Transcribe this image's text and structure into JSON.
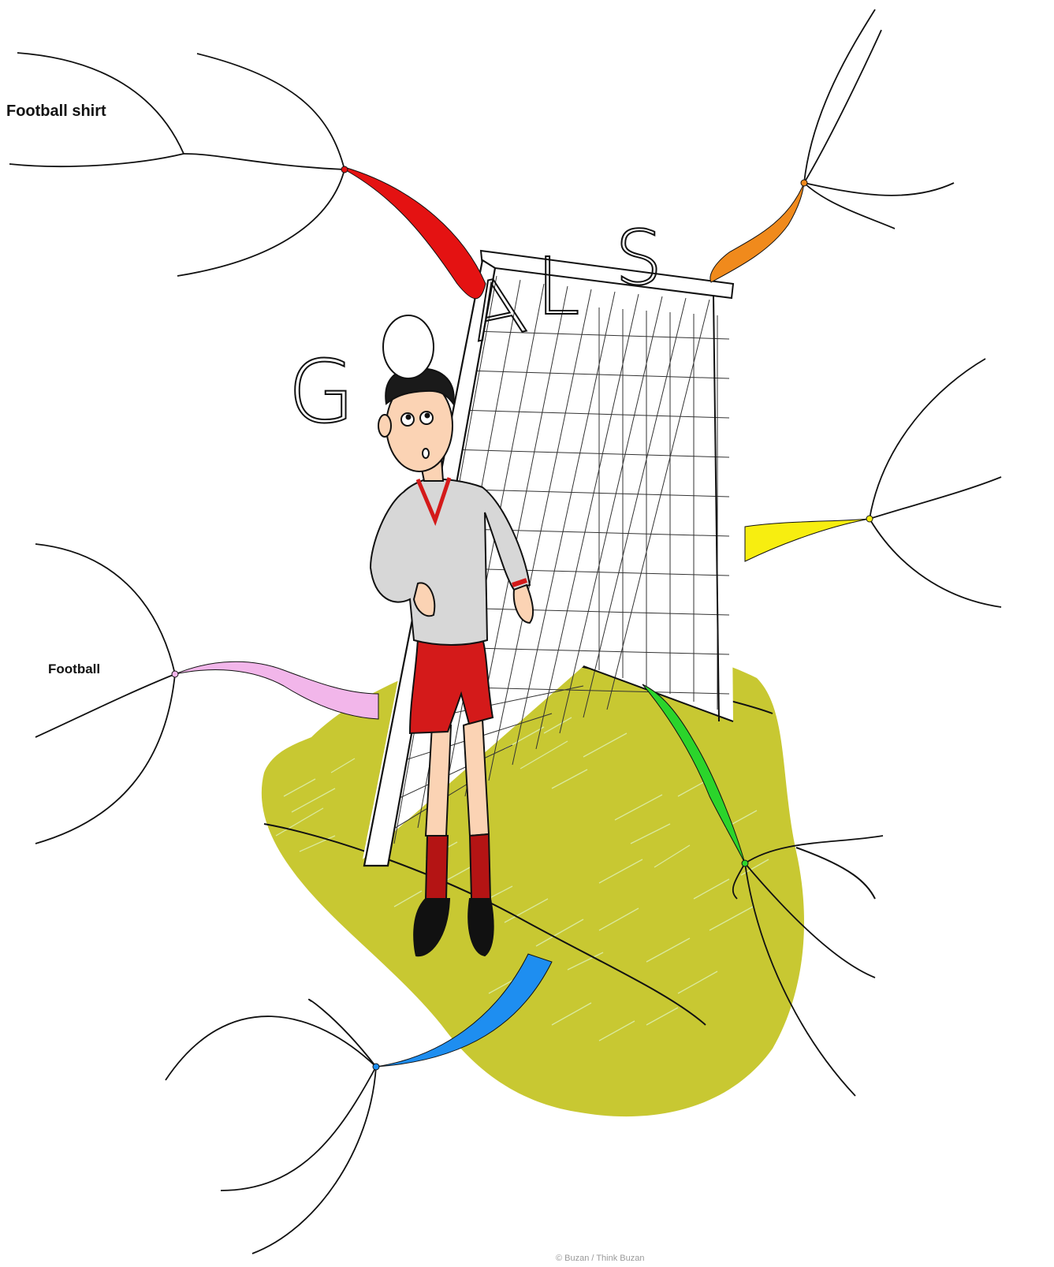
{
  "title_letters": [
    "G",
    "O",
    "A",
    "L",
    "S"
  ],
  "labels": {
    "football_shirt": "Football shirt",
    "football": "Football"
  },
  "branch_colors": {
    "red": "#e41212",
    "orange": "#f08a1c",
    "yellow": "#f7ee10",
    "green": "#2bd42b",
    "blue": "#1e8ef0",
    "pink": "#f2b6ea"
  },
  "fill_colors": {
    "grass": "#c8c832",
    "shirt": "#d7d7d7",
    "shorts": "#d41a1a",
    "skin": "#fbd3b4"
  },
  "footer": "© Buzan / Think Buzan"
}
